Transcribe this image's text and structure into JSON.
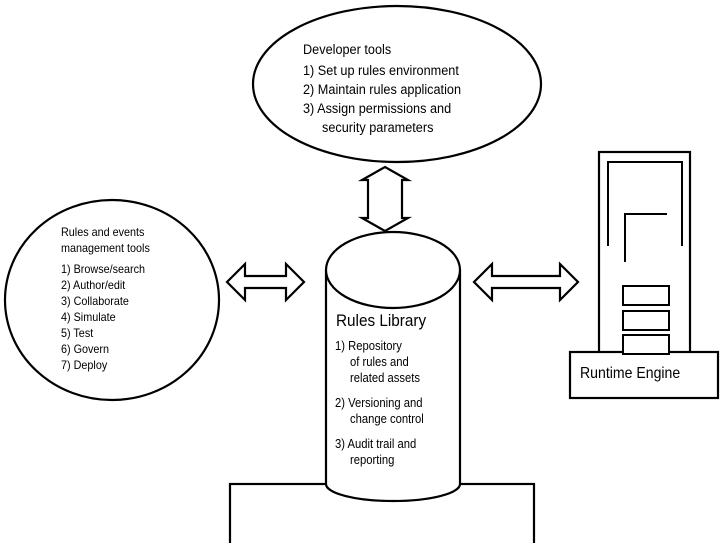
{
  "developer_tools": {
    "title": "Developer tools",
    "items": [
      "1) Set up rules environment",
      "2) Maintain rules application",
      "3) Assign permissions and",
      "security parameters"
    ]
  },
  "management_tools": {
    "title_line1": "Rules and events",
    "title_line2": "management tools",
    "items": [
      "1) Browse/search",
      "2) Author/edit",
      "3) Collaborate",
      "4) Simulate",
      "5) Test",
      "6) Govern",
      "7) Deploy"
    ]
  },
  "rules_library": {
    "title": "Rules Library",
    "lines": [
      "1) Repository",
      "of rules and",
      "related assets",
      "2) Versioning and",
      "change control",
      "3) Audit trail and",
      "reporting"
    ]
  },
  "runtime_engine": {
    "label": "Runtime Engine"
  }
}
